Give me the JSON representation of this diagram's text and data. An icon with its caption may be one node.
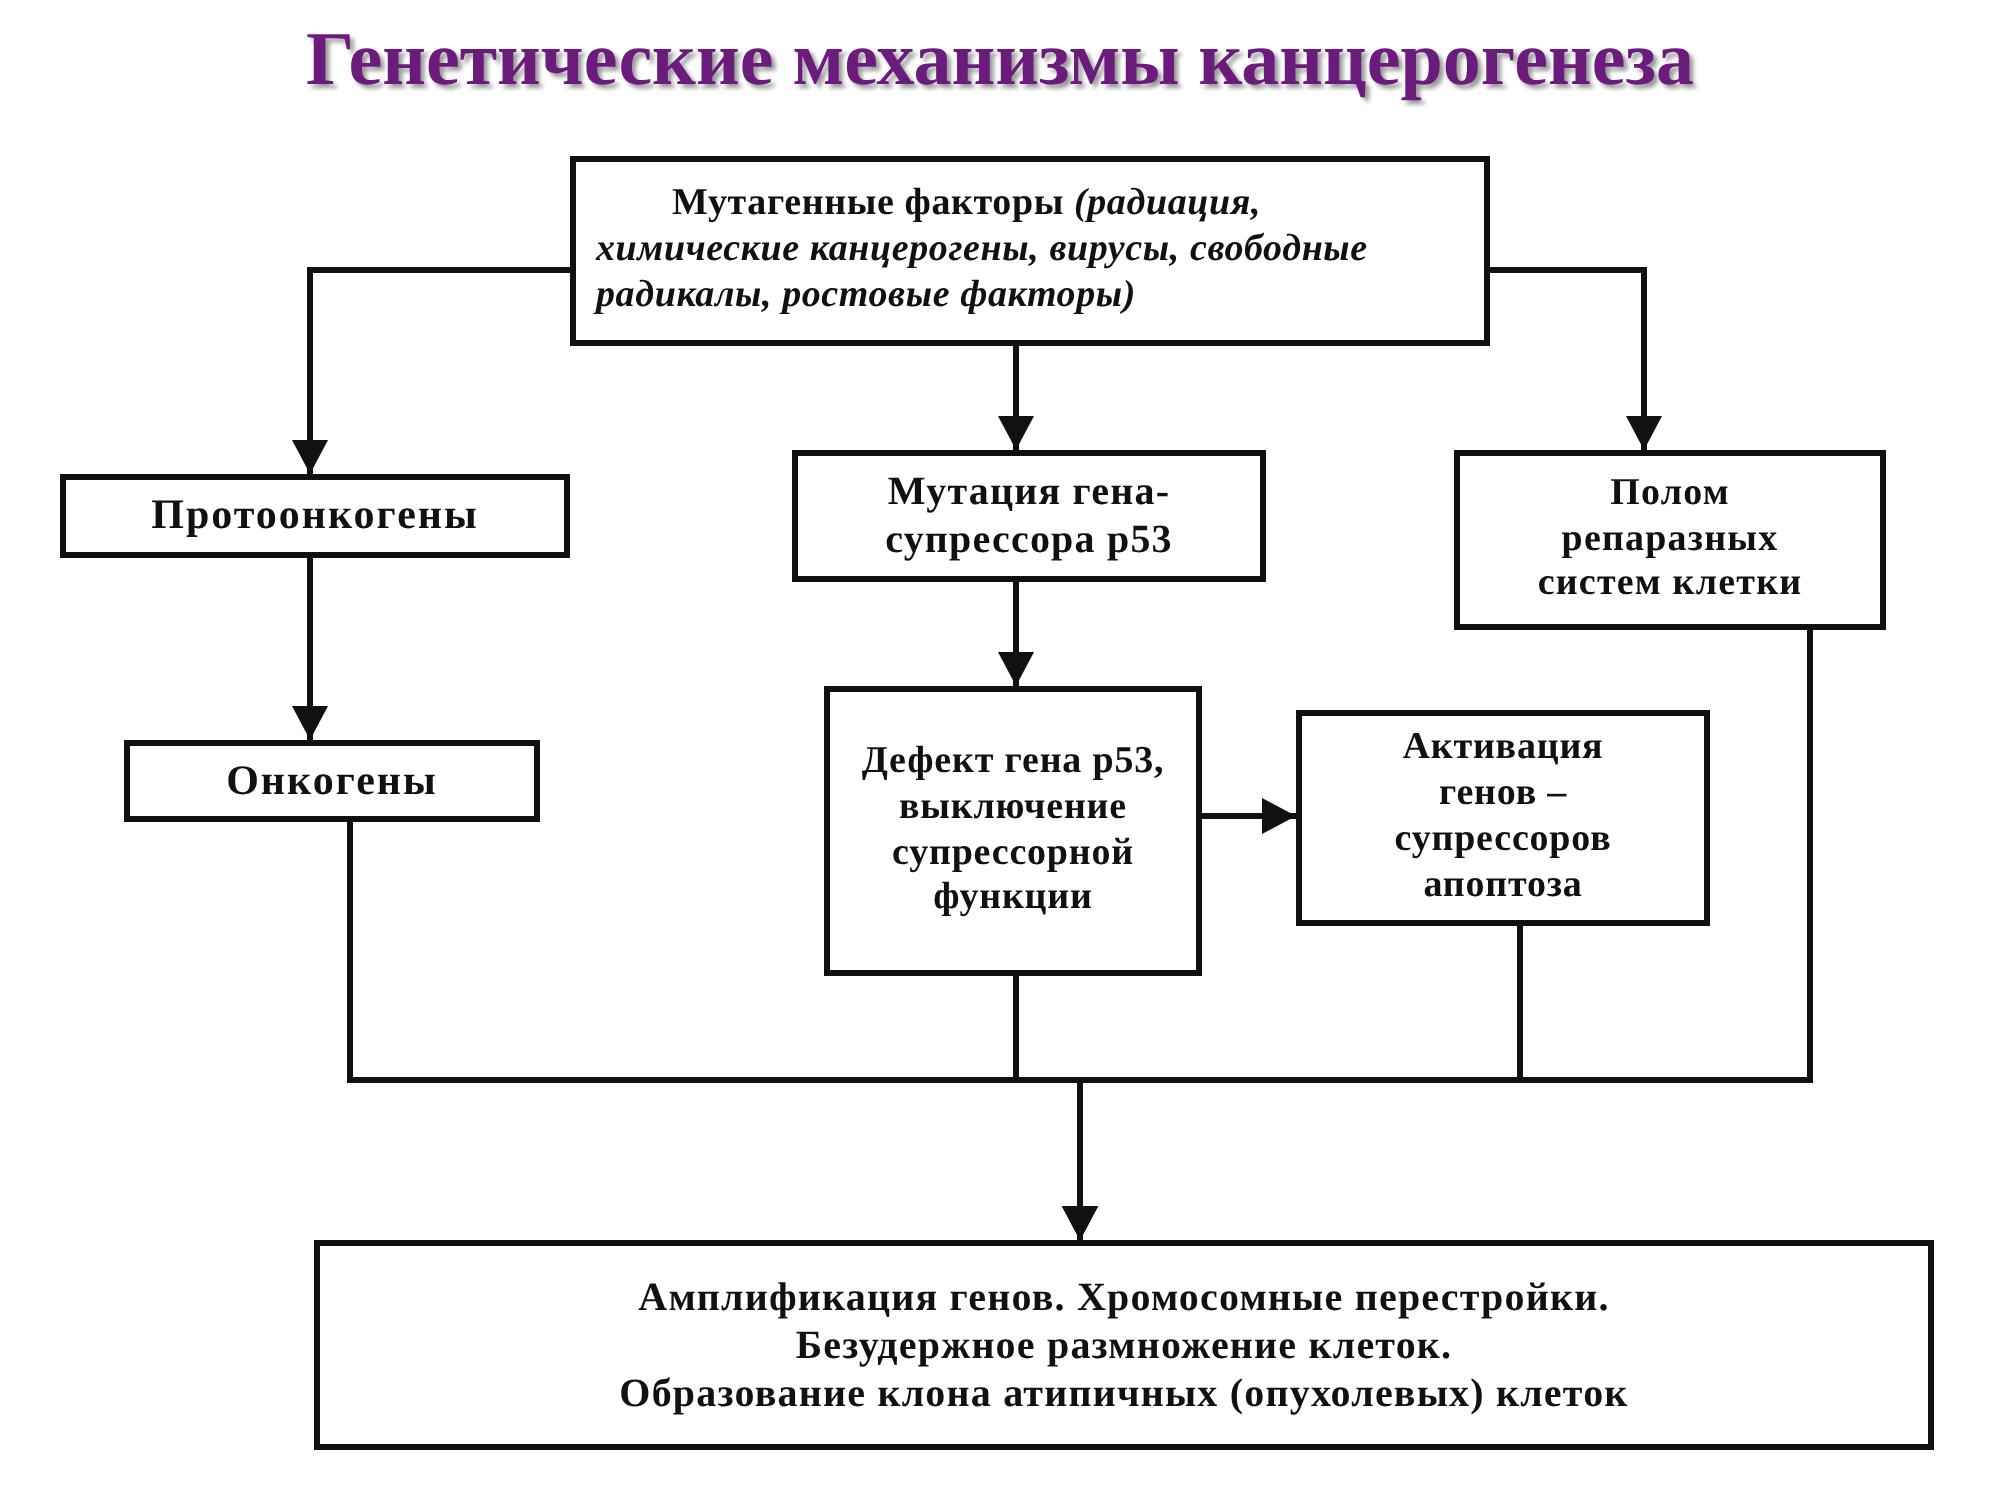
{
  "diagram": {
    "title": "Генетические механизмы канцерогенеза",
    "nodes": [
      {
        "text": [
          "Мутагенные факторы *(радиация, химические канцерогены, вирусы, свободные радикалы, ростовые факторы)*"
        ]
      },
      {
        "text": [
          "Протоонкогены"
        ]
      },
      {
        "text": [
          "Мутация гена-супрессора р53"
        ]
      },
      {
        "text": [
          "Полом репаразных систем клетки"
        ]
      },
      {
        "text": [
          "Онкогены"
        ]
      },
      {
        "text": [
          "Дефект гена р53, выключение супрессорной функции"
        ]
      },
      {
        "text": [
          "Активация генов – супрессоров апоптоза"
        ]
      },
      {
        "text": [
          "Амплификация генов. Хромосомные перестройки.",
          "Безудержное размножение клеток.",
          "Образование клона атипичных (опухолевых) клеток"
        ]
      }
    ],
    "edges": [
      {
        "from": 0,
        "to": 1,
        "arrow": "to"
      },
      {
        "from": 0,
        "to": 2,
        "arrow": "to"
      },
      {
        "from": 0,
        "to": 3,
        "arrow": "to"
      },
      {
        "from": 1,
        "to": 4,
        "arrow": "to"
      },
      {
        "from": 2,
        "to": 5,
        "arrow": "to"
      },
      {
        "from": 5,
        "to": 6,
        "arrow": "to"
      },
      {
        "from": 4,
        "to": 7,
        "arrow": "to"
      },
      {
        "from": 5,
        "to": 7,
        "arrow": "to"
      },
      {
        "from": 6,
        "to": 7,
        "arrow": "to"
      },
      {
        "from": 3,
        "to": 7,
        "arrow": "to"
      }
    ]
  }
}
